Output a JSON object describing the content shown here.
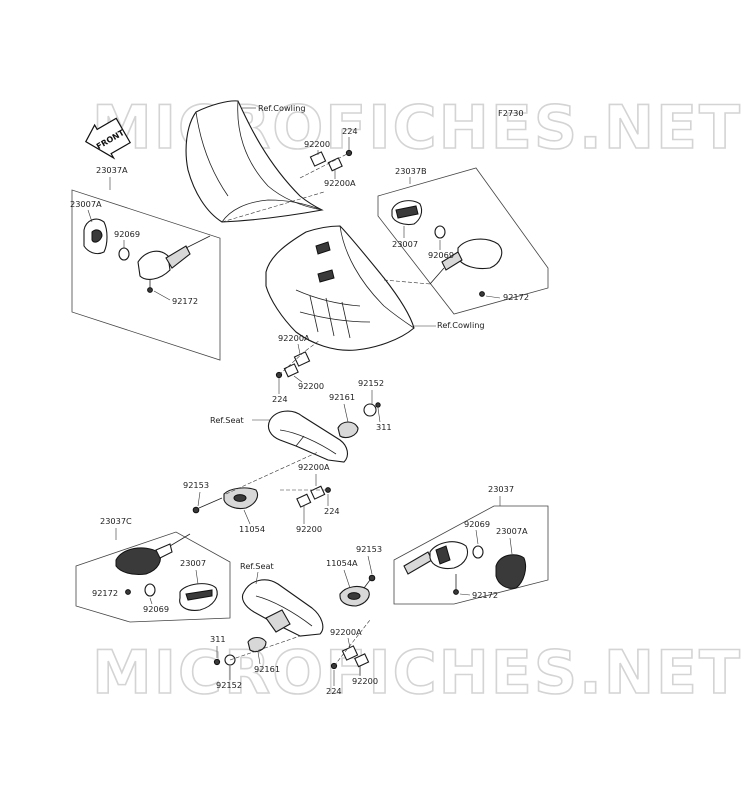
{
  "watermark": "MICROFICHES.NET",
  "figure_code": "F2730",
  "front_arrow": "FRONT",
  "references": {
    "cowling": "Ref.Cowling",
    "seat": "Ref.Seat"
  },
  "labels": {
    "p23037A": "23037A",
    "p23007A_tl": "23007A",
    "p92069_tl": "92069",
    "p92172_tl": "92172",
    "p92200_top": "92200",
    "p224_top": "224",
    "p92200A_top": "92200A",
    "p23037B": "23037B",
    "p23007_tr": "23007",
    "p92069_tr": "92069",
    "p92172_tr": "92172",
    "p92200A_mid": "92200A",
    "p224_mid": "224",
    "p92200_mid": "92200",
    "p92152_mid": "92152",
    "p92161_mid": "92161",
    "p311_mid": "311",
    "p92200A_c": "92200A",
    "p92153_l": "92153",
    "p11054": "11054",
    "p92200_c": "92200",
    "p224_c": "224",
    "p23037C": "23037C",
    "p23007_bl": "23007",
    "p92172_bl": "92172",
    "p92069_bl": "92069",
    "p11054A": "11054A",
    "p92153_r": "92153",
    "p23037": "23037",
    "p92069_br": "92069",
    "p23007A_br": "23007A",
    "p92172_br": "92172",
    "p311_b": "311",
    "p92152_b": "92152",
    "p92161_b": "92161",
    "p92200A_b": "92200A",
    "p224_b": "224",
    "p92200_b": "92200"
  }
}
